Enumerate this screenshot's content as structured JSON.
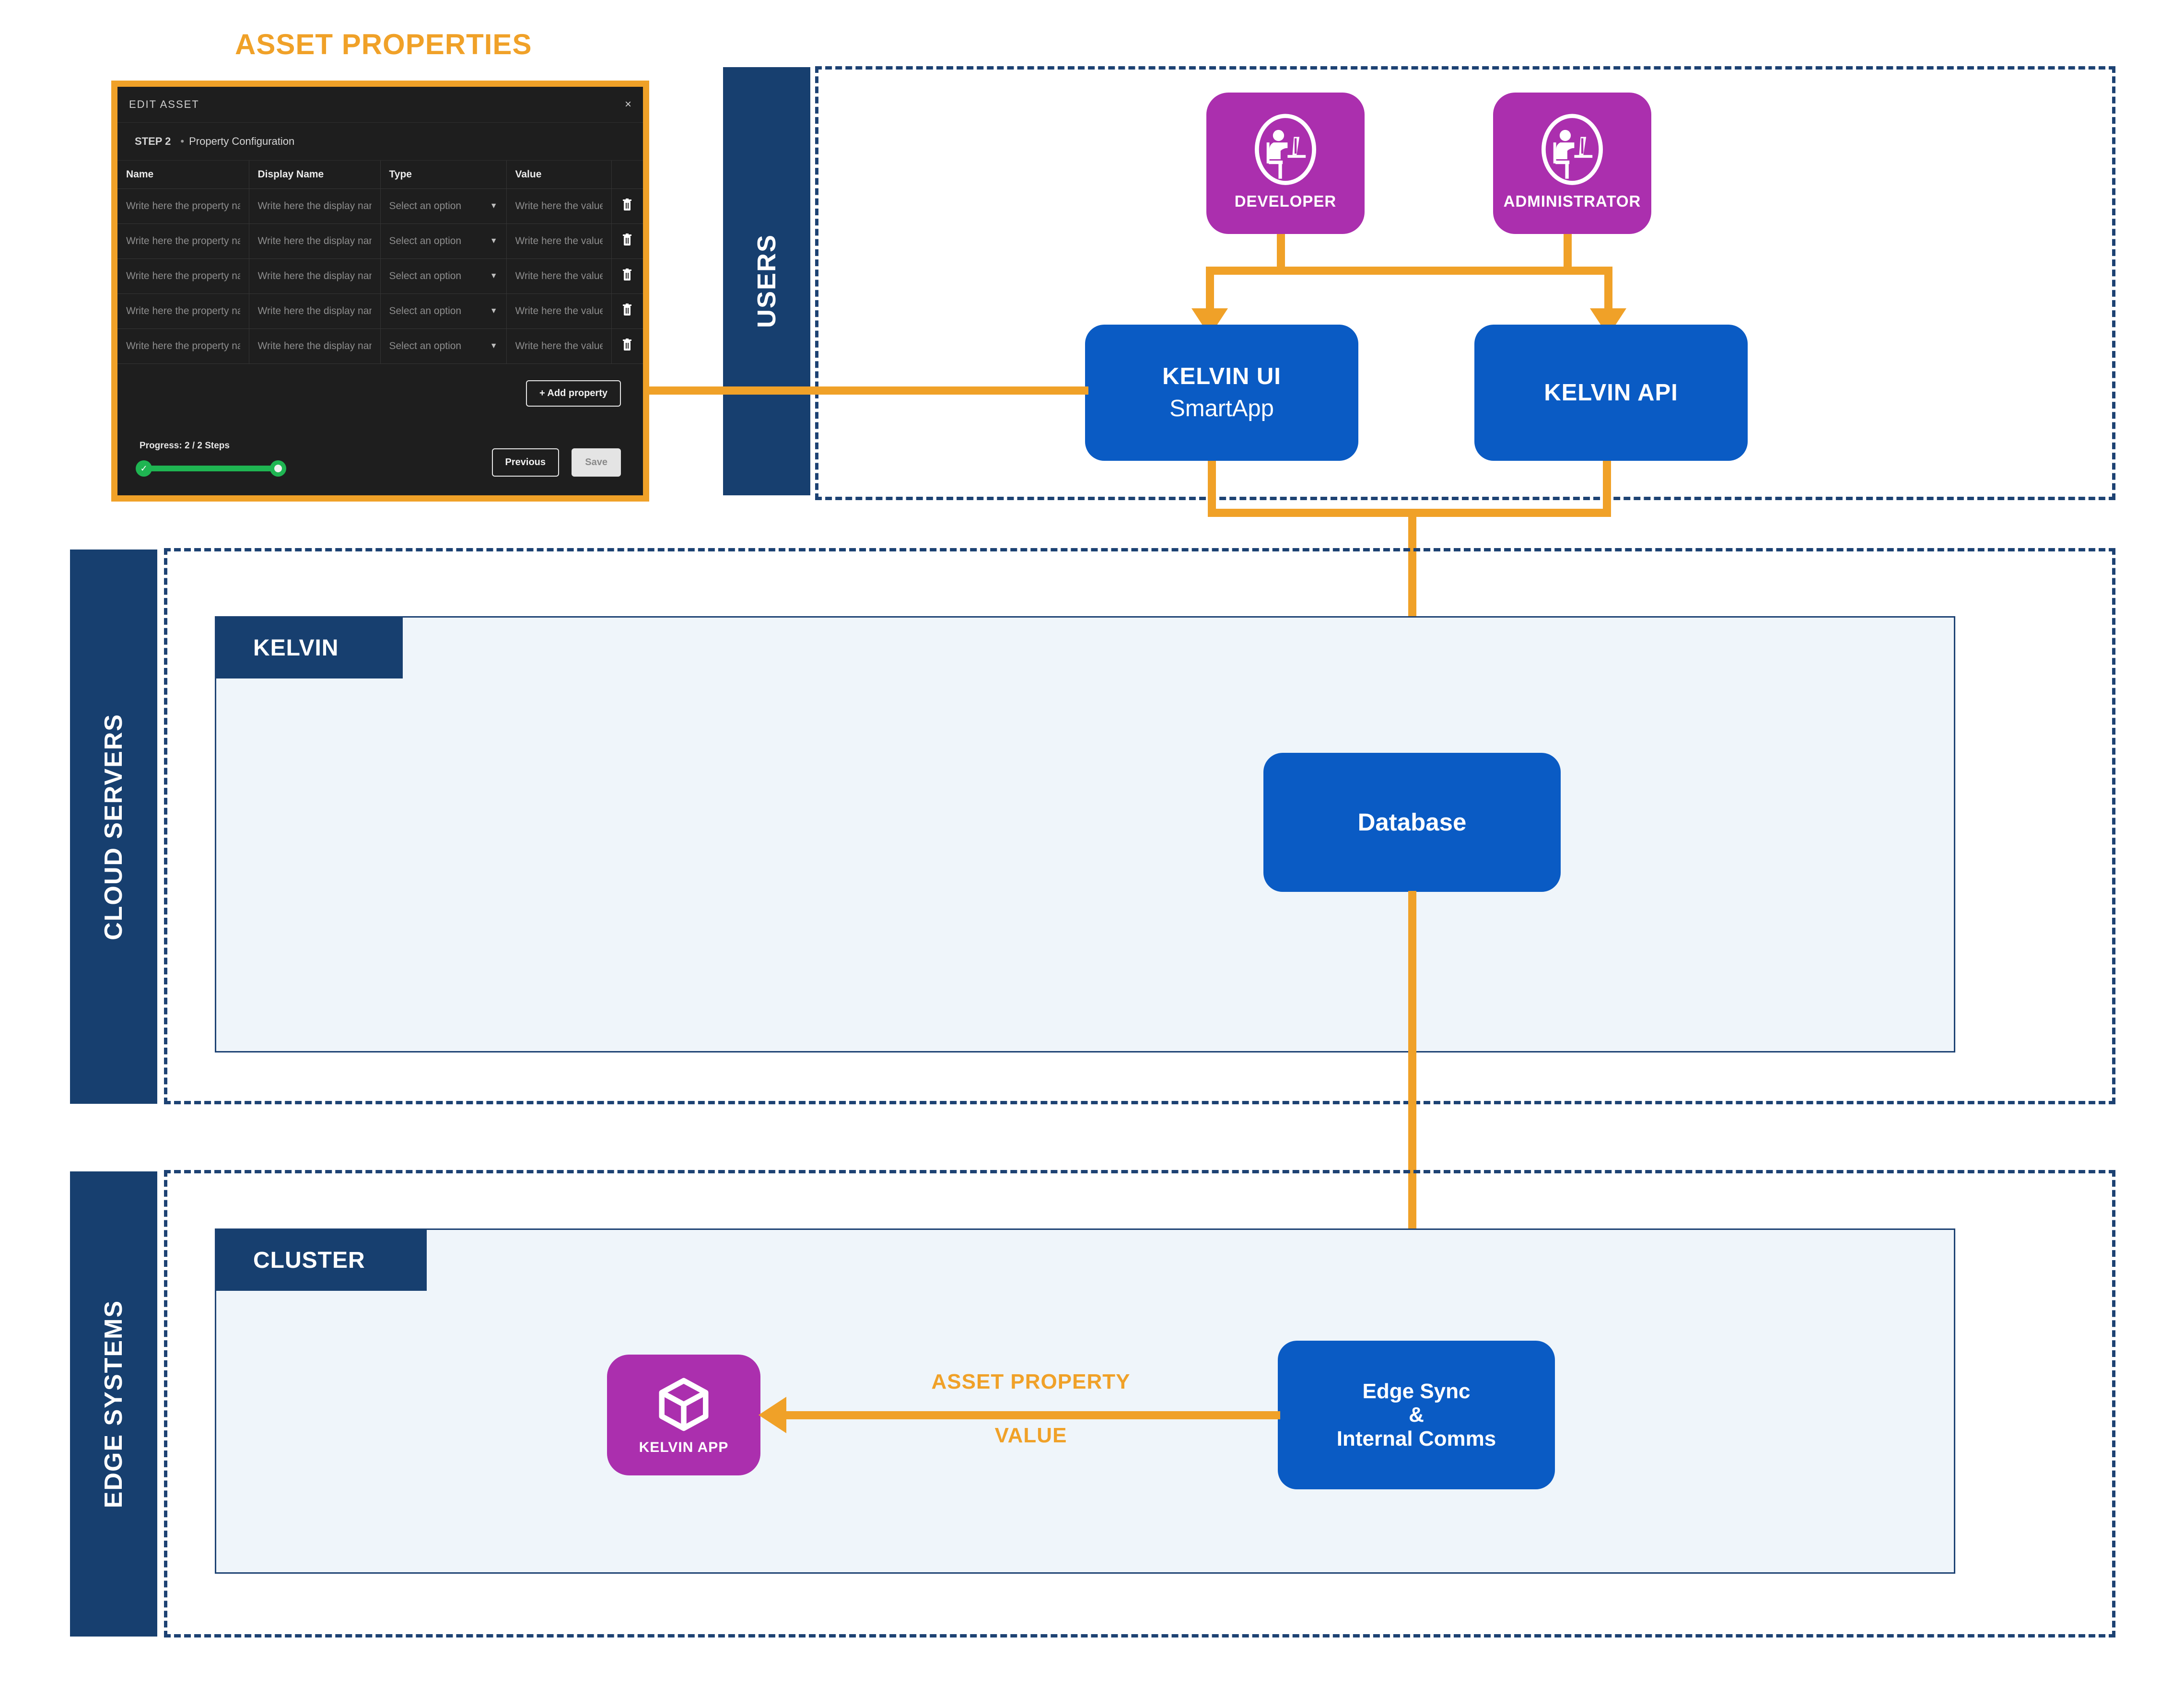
{
  "diagram": {
    "asset_properties_title": "ASSET PROPERTIES",
    "zones": {
      "users": {
        "label": "USERS"
      },
      "cloud": {
        "label": "CLOUD SERVERS",
        "panel_tab": "KELVIN"
      },
      "edge": {
        "label": "EDGE SYSTEMS",
        "panel_tab": "CLUSTER"
      }
    },
    "nodes": {
      "developer": {
        "label": "DEVELOPER",
        "icon": "user-at-desk-icon"
      },
      "administrator": {
        "label": "ADMINISTRATOR",
        "icon": "user-at-desk-icon"
      },
      "kelvin_ui": {
        "line1": "KELVIN UI",
        "line2": "SmartApp"
      },
      "kelvin_api": {
        "label": "KELVIN API"
      },
      "database": {
        "label": "Database"
      },
      "edge_sync": {
        "line1": "Edge Sync",
        "line2": "&",
        "line3": "Internal Comms"
      },
      "kelvin_app": {
        "label": "KELVIN APP",
        "icon": "cube-icon"
      }
    },
    "edges": {
      "asset_property_value": {
        "line1": "ASSET PROPERTY",
        "line2": "VALUE"
      }
    },
    "colors": {
      "orange": "#f0a128",
      "navy": "#173f6f",
      "blue": "#0a5bc4",
      "purple": "#ab2fae",
      "panel": "#eff5fa"
    }
  },
  "modal": {
    "title": "EDIT ASSET",
    "close": "×",
    "step_label": "STEP 2",
    "step_sep": "•",
    "step_name": "Property Configuration",
    "columns": [
      "Name",
      "Display Name",
      "Type",
      "Value",
      ""
    ],
    "rows": [
      {
        "name": "Write here the property name",
        "display_name": "Write here the display name",
        "type": "Select an option",
        "value": "Write here the value"
      },
      {
        "name": "Write here the property name",
        "display_name": "Write here the display name",
        "type": "Select an option",
        "value": "Write here the value"
      },
      {
        "name": "Write here the property name",
        "display_name": "Write here the display name",
        "type": "Select an option",
        "value": "Write here the value"
      },
      {
        "name": "Write here the property name",
        "display_name": "Write here the display name",
        "type": "Select an option",
        "value": "Write here the value"
      },
      {
        "name": "Write here the property name",
        "display_name": "Write here the display name",
        "type": "Select an option",
        "value": "Write here the value"
      }
    ],
    "add_property": "+  Add property",
    "progress_label": "Progress: 2 / 2 Steps",
    "previous": "Previous",
    "save": "Save"
  }
}
